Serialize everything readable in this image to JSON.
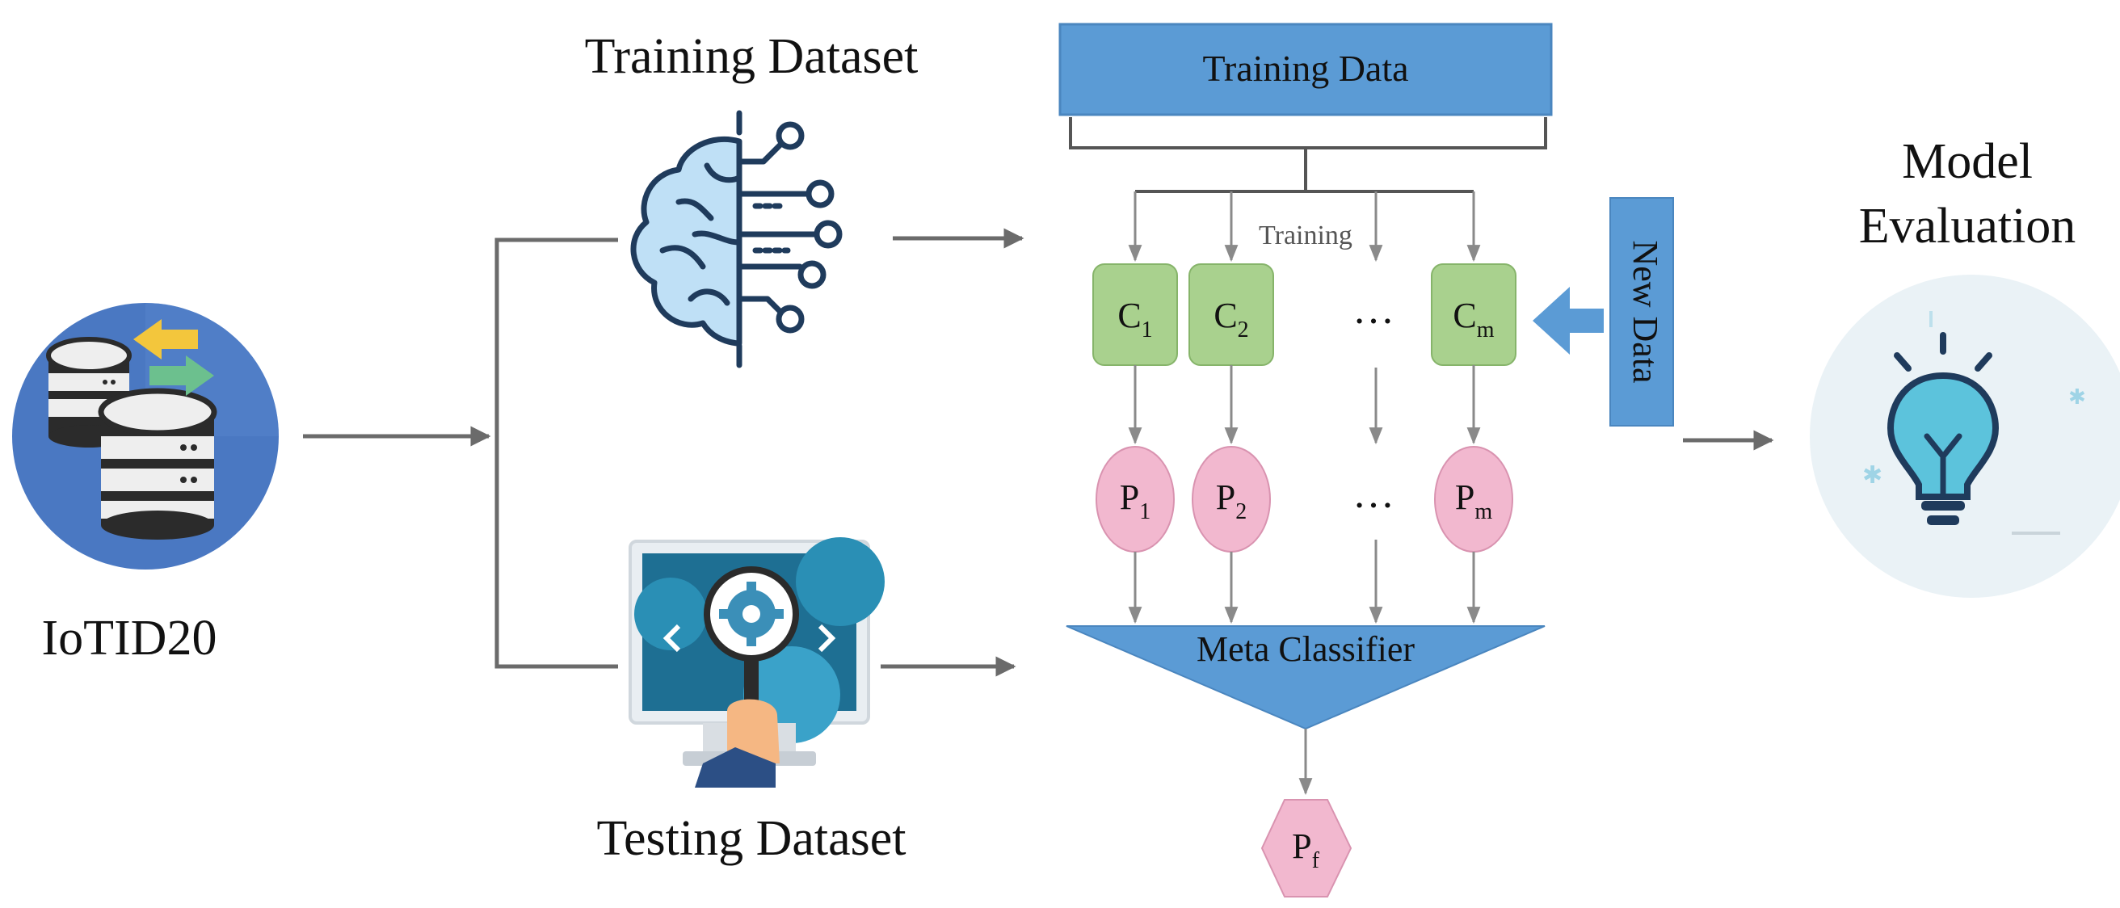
{
  "dataset": {
    "label": "IoTID20"
  },
  "training_dataset": {
    "label": "Training Dataset"
  },
  "testing_dataset": {
    "label": "Testing Dataset"
  },
  "training_data": {
    "label": "Training Data"
  },
  "training_label": "Training",
  "classifiers": [
    {
      "letter": "C",
      "sub": "1"
    },
    {
      "letter": "C",
      "sub": "2"
    },
    {
      "letter": "C",
      "sub": "m"
    }
  ],
  "predictions": [
    {
      "letter": "P",
      "sub": "1"
    },
    {
      "letter": "P",
      "sub": "2"
    },
    {
      "letter": "P",
      "sub": "m"
    }
  ],
  "ellipsis": "…",
  "new_data": {
    "label": "New Data"
  },
  "meta_classifier": {
    "label": "Meta Classifier"
  },
  "final_prediction": {
    "letter": "P",
    "sub": "f"
  },
  "model_evaluation": {
    "line1": "Model",
    "line2": "Evaluation"
  },
  "colors": {
    "blue_box": "#5b9bd5",
    "blue_box_border": "#4a86bf",
    "green_box": "#a9d18e",
    "green_border": "#86b46a",
    "pink": "#f2b8cf",
    "pink_border": "#d993b0",
    "arrow": "#6b6b6b",
    "thin_line": "#8a8a8a"
  },
  "icons": [
    "database-icon",
    "brain-circuit-icon",
    "monitor-magnifier-icon",
    "lightbulb-icon"
  ]
}
